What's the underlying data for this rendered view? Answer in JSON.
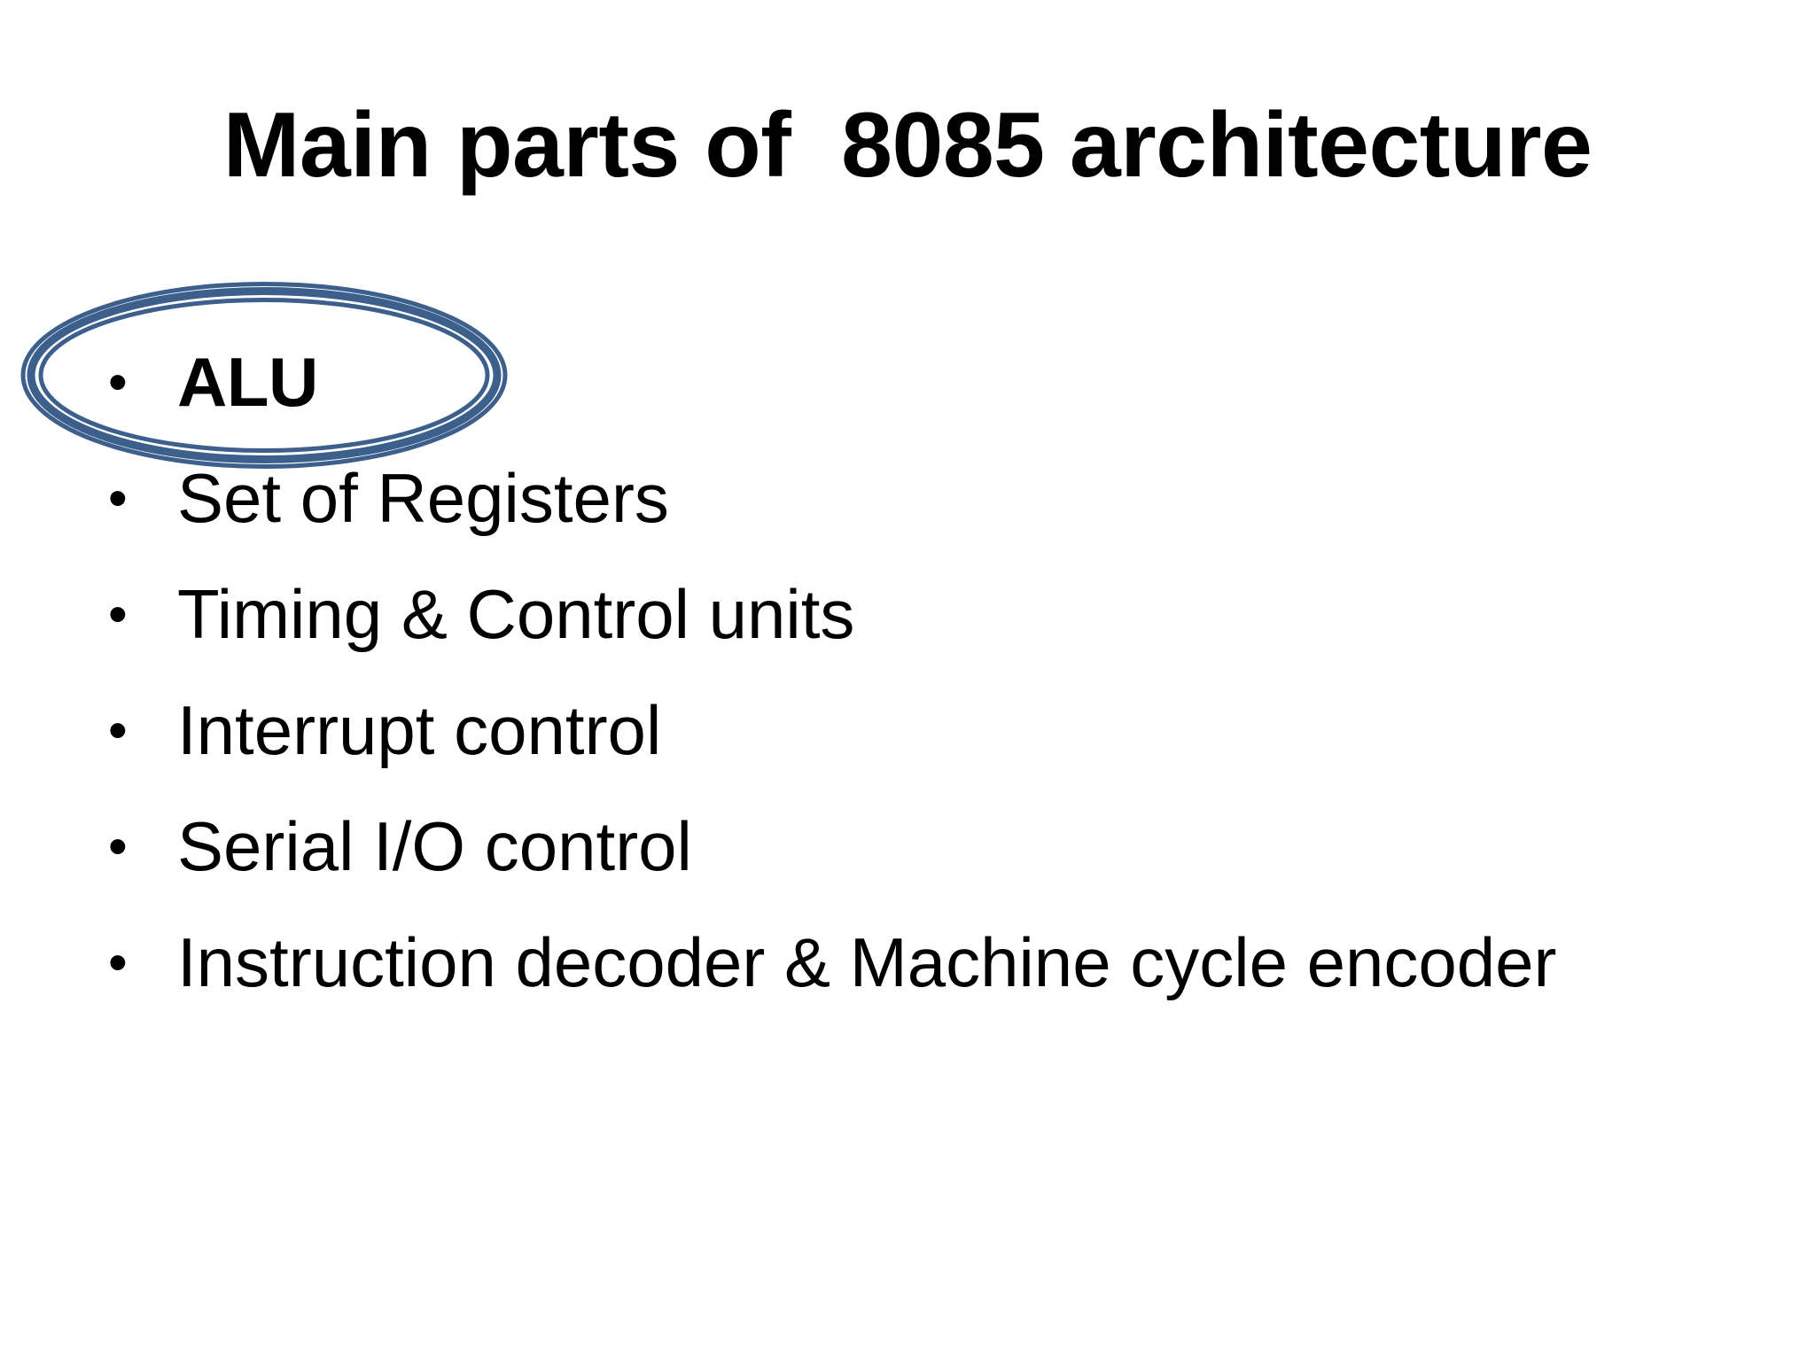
{
  "slide": {
    "background_color": "#FFFFFF",
    "text_color": "#000000",
    "title": "Main parts of  8085 architecture",
    "bullet_glyph": "•",
    "highlight": {
      "shape": "ellipse",
      "target_item": "ALU",
      "line_color": "#3C5F8C",
      "line_style": "triple",
      "fill": "none"
    },
    "bullets": [
      {
        "text": "ALU",
        "emphasized": true
      },
      {
        "text": "Set of Registers",
        "emphasized": false
      },
      {
        "text": "Timing & Control units",
        "emphasized": false
      },
      {
        "text": "Interrupt control",
        "emphasized": false
      },
      {
        "text": "Serial I/O control",
        "emphasized": false
      },
      {
        "text": "Instruction decoder & Machine cycle encoder",
        "emphasized": false
      }
    ]
  }
}
